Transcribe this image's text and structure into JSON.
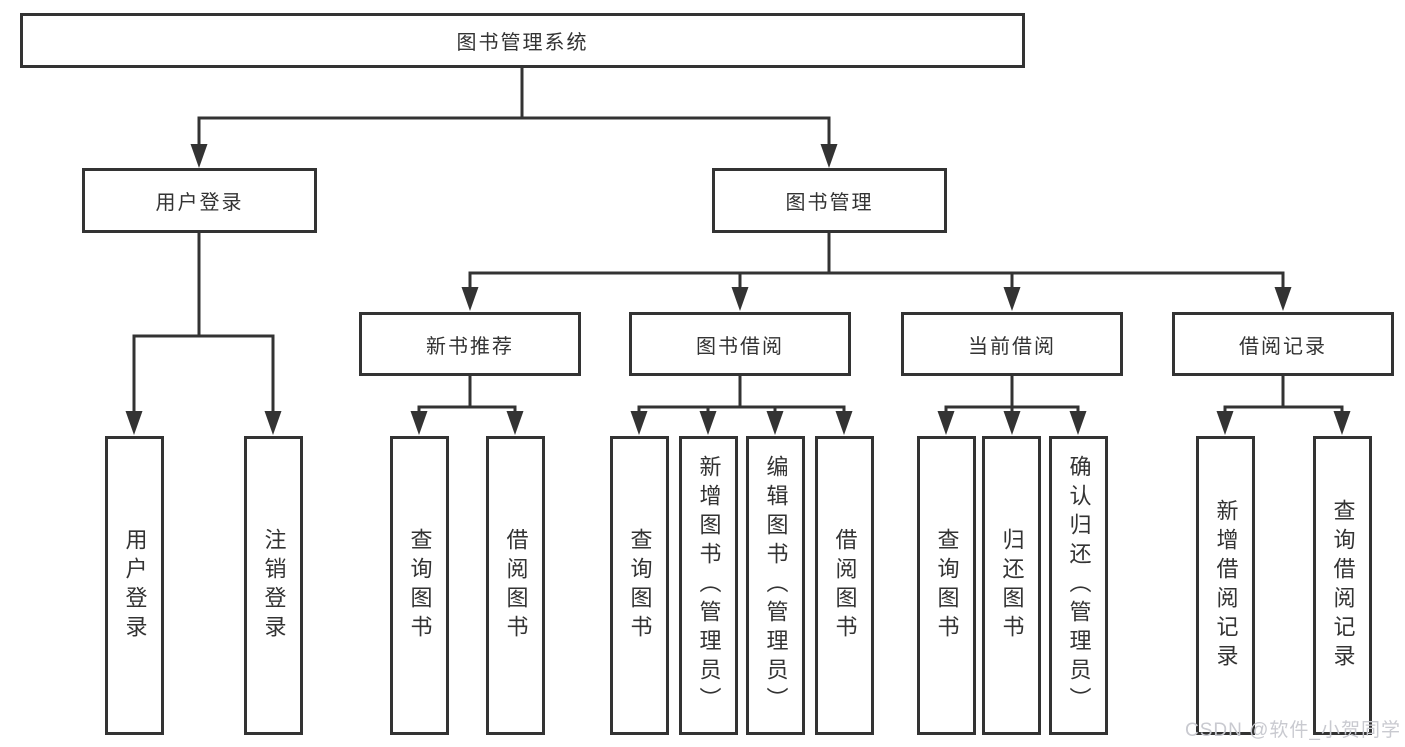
{
  "tree": {
    "label": "图书管理系统",
    "children": [
      {
        "label": "用户登录",
        "children": [
          {
            "label": "用户登录"
          },
          {
            "label": "注销登录"
          }
        ]
      },
      {
        "label": "图书管理",
        "children": [
          {
            "label": "新书推荐",
            "children": [
              {
                "label": "查询图书"
              },
              {
                "label": "借阅图书"
              }
            ]
          },
          {
            "label": "图书借阅",
            "children": [
              {
                "label": "查询图书"
              },
              {
                "label": "新增图书（管理员）"
              },
              {
                "label": "编辑图书（管理员）"
              },
              {
                "label": "借阅图书"
              }
            ]
          },
          {
            "label": "当前借阅",
            "children": [
              {
                "label": "查询图书"
              },
              {
                "label": "归还图书"
              },
              {
                "label": "确认归还（管理员）"
              }
            ]
          },
          {
            "label": "借阅记录",
            "children": [
              {
                "label": "新增借阅记录"
              },
              {
                "label": "查询借阅记录"
              }
            ]
          }
        ]
      }
    ]
  },
  "watermark": {
    "text": "CSDN @软件_小贺同学"
  },
  "colors": {
    "line": "#333333",
    "box_border": "#333333",
    "text": "#333333",
    "background": "#ffffff",
    "watermark": "#c9cad0"
  }
}
